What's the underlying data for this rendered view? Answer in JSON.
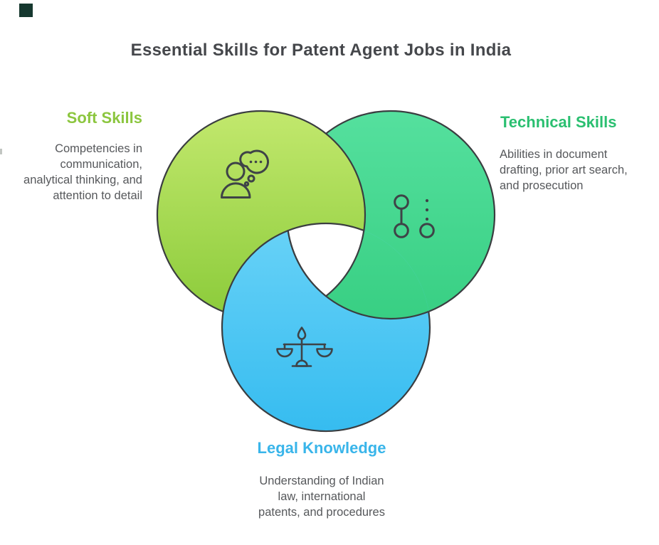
{
  "title": {
    "text": "Essential Skills for Patent Agent Jobs in India",
    "color": "#45474b"
  },
  "corner_mark": {
    "color": "#16382f"
  },
  "venn": {
    "outline_color": "#3a3d40",
    "center_fill": "#ffffff",
    "circles": {
      "soft": {
        "label": "Soft Skills",
        "gradient_top": "#c2e86d",
        "gradient_bottom": "#8bcb3a"
      },
      "technical": {
        "label": "Technical Skills",
        "gradient_top": "#55e09e",
        "gradient_bottom": "#38cf83"
      },
      "legal": {
        "label": "Legal Knowledge",
        "gradient_top": "#68d2f7",
        "gradient_bottom": "#36bcf0"
      }
    }
  },
  "sections": {
    "soft": {
      "heading": "Soft Skills",
      "heading_color": "#8cc63f",
      "icon": "person-chat-icon",
      "desc_lines": [
        "Competencies in",
        "communication,",
        "analytical thinking, and",
        "attention to detail"
      ]
    },
    "technical": {
      "heading": "Technical Skills",
      "heading_color": "#2abf70",
      "icon": "node-graph-icon",
      "desc_lines": [
        "Abilities in document",
        "drafting, prior art search,",
        "and prosecution"
      ]
    },
    "legal": {
      "heading": "Legal Knowledge",
      "heading_color": "#39b5ea",
      "icon": "justice-scales-icon",
      "desc_lines": [
        "Understanding of Indian",
        "law, international",
        "patents, and procedures"
      ]
    }
  },
  "text_color": "#56585b"
}
